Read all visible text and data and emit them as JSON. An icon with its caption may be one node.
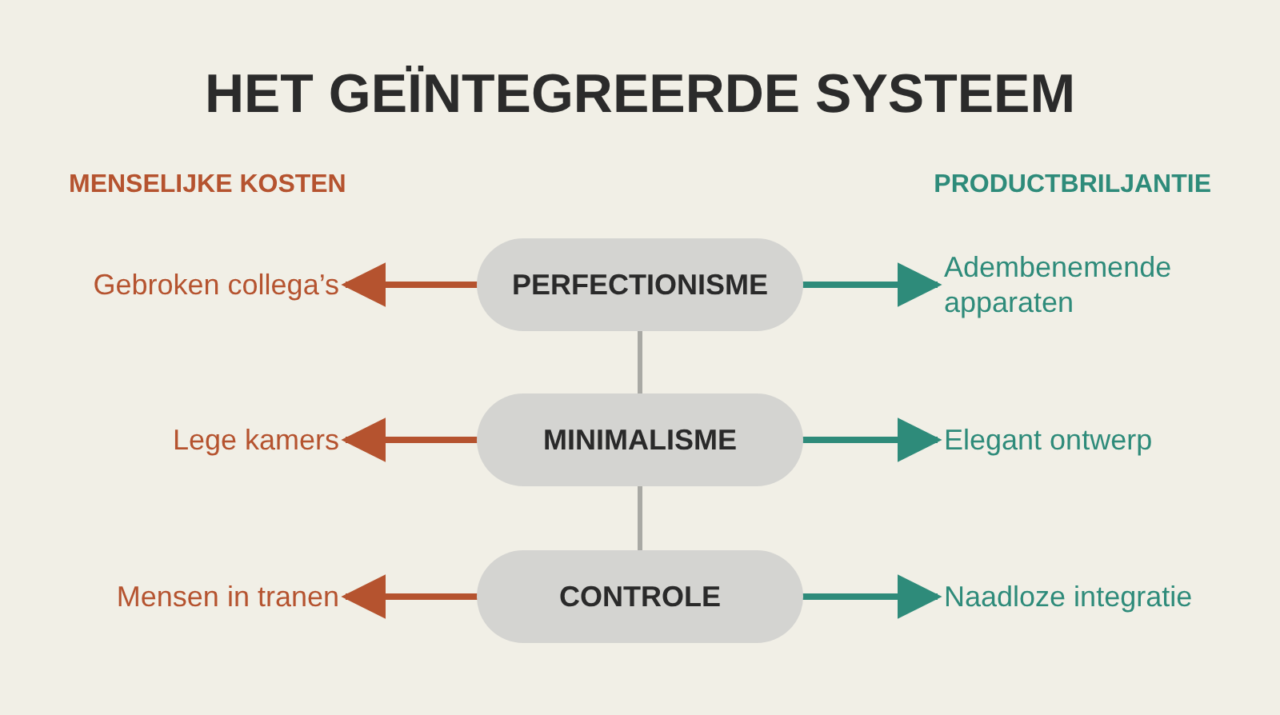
{
  "diagram": {
    "title": "HET GEÏNTEGREERDE SYSTEEM",
    "nodes": [
      {
        "text": [
          "Gebroken collega’s"
        ]
      },
      {
        "text": [
          "PERFECTIONISME"
        ]
      },
      {
        "text": [
          "Adembenemende apparaten"
        ]
      },
      {
        "text": [
          "Lege kamers"
        ]
      },
      {
        "text": [
          "MINIMALISME"
        ]
      },
      {
        "text": [
          "Elegant ontwerp"
        ]
      },
      {
        "text": [
          "Mensen in tranen"
        ]
      },
      {
        "text": [
          "CONTROLE"
        ]
      },
      {
        "text": [
          "Naadloze integratie"
        ]
      }
    ],
    "edges": [
      {
        "from": 1,
        "to": 0,
        "arrow": "to",
        "color": "#b5532f"
      },
      {
        "from": 1,
        "to": 2,
        "arrow": "to",
        "color": "#2e8b7a"
      },
      {
        "from": 4,
        "to": 3,
        "arrow": "to",
        "color": "#b5532f"
      },
      {
        "from": 4,
        "to": 5,
        "arrow": "to",
        "color": "#2e8b7a"
      },
      {
        "from": 7,
        "to": 6,
        "arrow": "to",
        "color": "#b5532f"
      },
      {
        "from": 7,
        "to": 8,
        "arrow": "to",
        "color": "#2e8b7a"
      },
      {
        "from": 1,
        "to": 4,
        "arrow": "none",
        "color": "#a9a9a4"
      },
      {
        "from": 4,
        "to": 7,
        "arrow": "none",
        "color": "#a9a9a4"
      }
    ],
    "labels": [
      "MENSELIJKE KOSTEN",
      "PRODUCTBRILJANTIE"
    ]
  }
}
